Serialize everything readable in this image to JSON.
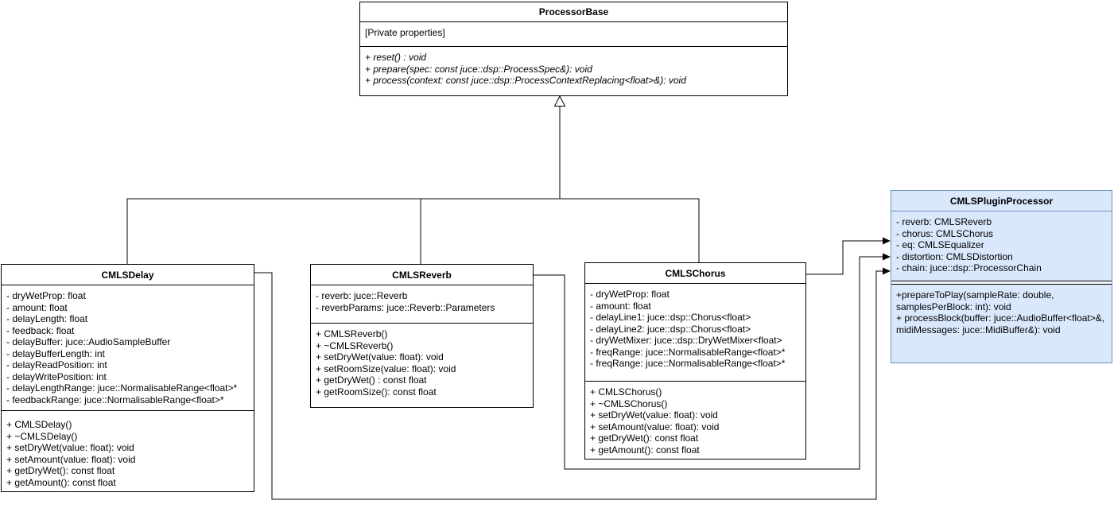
{
  "classes": {
    "processorBase": {
      "name": "ProcessorBase",
      "note": "[Private properties]",
      "methods": [
        "+ reset() : void",
        "+ prepare(spec: const juce::dsp::ProcessSpec&): void",
        "+ process(context: const juce::dsp::ProcessContextReplacing<float>&): void"
      ]
    },
    "delay": {
      "name": "CMLSDelay",
      "attributes": [
        "- dryWetProp: float",
        "- amount: float",
        "- delayLength: float",
        "- feedback: float",
        "- delayBuffer: juce::AudioSampleBuffer",
        "- delayBufferLength: int",
        "- delayReadPosition: int",
        "- delayWritePosition: int",
        "- delayLengthRange: juce::NormalisableRange<float>*",
        "- feedbackRange: juce::NormalisableRange<float>*"
      ],
      "methods": [
        "+ CMLSDelay()",
        "+ ~CMLSDelay()",
        "+ setDryWet(value: float): void",
        "+ setAmount(value: float): void",
        "+ getDryWet(): const float",
        "+ getAmount(): const float"
      ]
    },
    "reverb": {
      "name": "CMLSReverb",
      "attributes": [
        "- reverb: juce::Reverb",
        "- reverbParams: juce::Reverb::Parameters"
      ],
      "methods": [
        "+ CMLSReverb()",
        "+ ~CMLSReverb()",
        "+ setDryWet(value: float): void",
        "+ setRoomSize(value: float): void",
        "+ getDryWet() : const float",
        "+ getRoomSize(): const float"
      ]
    },
    "chorus": {
      "name": "CMLSChorus",
      "attributes": [
        "- dryWetProp: float",
        "- amount: float",
        "- delayLine1: juce::dsp::Chorus<float>",
        "- delayLine2: juce::dsp::Chorus<float>",
        "- dryWetMixer: juce::dsp::DryWetMixer<float>",
        "- freqRange: juce::NormalisableRange<float>*",
        "- freqRange: juce::NormalisableRange<float>*"
      ],
      "methods": [
        "+ CMLSChorus()",
        "+ ~CMLSChorus()",
        "+ setDryWet(value: float): void",
        "+ setAmount(value: float): void",
        "+ getDryWet(): const float",
        "+ getAmount(): const float"
      ]
    },
    "plugin": {
      "name": "CMLSPluginProcessor",
      "attributes": [
        "- reverb: CMLSReverb",
        "- chorus: CMLSChorus",
        "- eq: CMLSEqualizer",
        "- distortion: CMLSDistortion",
        "- chain: juce::dsp::ProcessorChain"
      ],
      "methods": [
        "+prepareToPlay(sampleRate: double, samplesPerBlock: int): void",
        "+ processBlock(buffer: juce::AudioBuffer<float>&, midiMessages: juce::MidiBuffer&): void"
      ]
    }
  },
  "relationships": [
    {
      "type": "inheritance",
      "from": "CMLSDelay",
      "to": "ProcessorBase"
    },
    {
      "type": "inheritance",
      "from": "CMLSReverb",
      "to": "ProcessorBase"
    },
    {
      "type": "inheritance",
      "from": "CMLSChorus",
      "to": "ProcessorBase"
    },
    {
      "type": "association",
      "from": "CMLSDelay",
      "to": "CMLSPluginProcessor"
    },
    {
      "type": "association",
      "from": "CMLSReverb",
      "to": "CMLSPluginProcessor"
    },
    {
      "type": "association",
      "from": "CMLSChorus",
      "to": "CMLSPluginProcessor"
    }
  ],
  "colors": {
    "box_fill": "#ffffff",
    "box_border": "#000000",
    "highlight_fill": "#dae8fc",
    "highlight_border": "#6c8ebf",
    "connector": "#000000"
  }
}
